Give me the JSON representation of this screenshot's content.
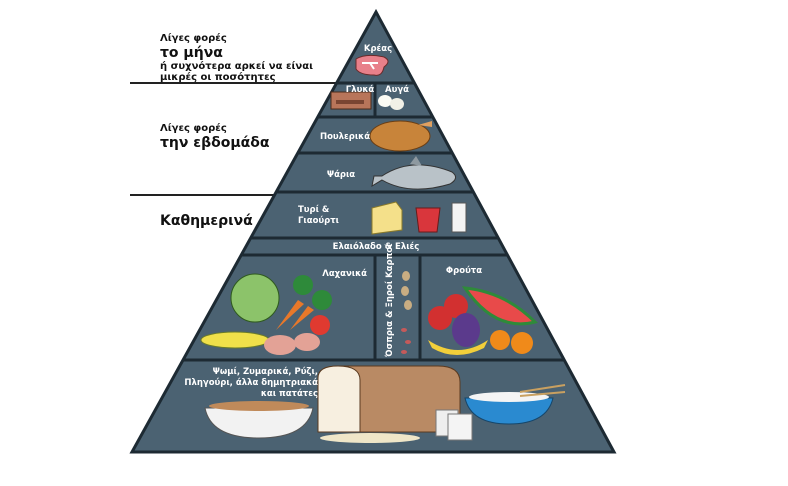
{
  "side_labels": {
    "monthly": {
      "line1": "Λίγες φορές",
      "line2": "το μήνα",
      "line3": "ή συχνότερα αρκεί να είναι",
      "line4": "μικρές οι ποσότητες"
    },
    "weekly": {
      "line1": "Λίγες φορές",
      "line2": "την εβδομάδα"
    },
    "daily": {
      "line1": "Καθημερινά"
    }
  },
  "pyramid": {
    "meat": "Κρέας",
    "sweets": "Γλυκά",
    "eggs": "Αυγά",
    "poultry": "Πουλερικά",
    "fish": "Ψάρια",
    "dairy_1": "Τυρί &",
    "dairy_2": "Γιαούρτι",
    "olive": "Ελαιόλαδο & Ελιές",
    "vegetables": "Λαχανικά",
    "legumes": "Όσπρια & Ξηροί Καρποί",
    "fruits": "Φρούτα",
    "grains_1": "Ψωμί, Ζυμαρικά, Ρύζι,",
    "grains_2": "Πληγούρι, άλλα δημητριακά",
    "grains_3": "και πατάτες"
  },
  "colors": {
    "band": "#4b6272",
    "outline": "#1d2a33"
  }
}
